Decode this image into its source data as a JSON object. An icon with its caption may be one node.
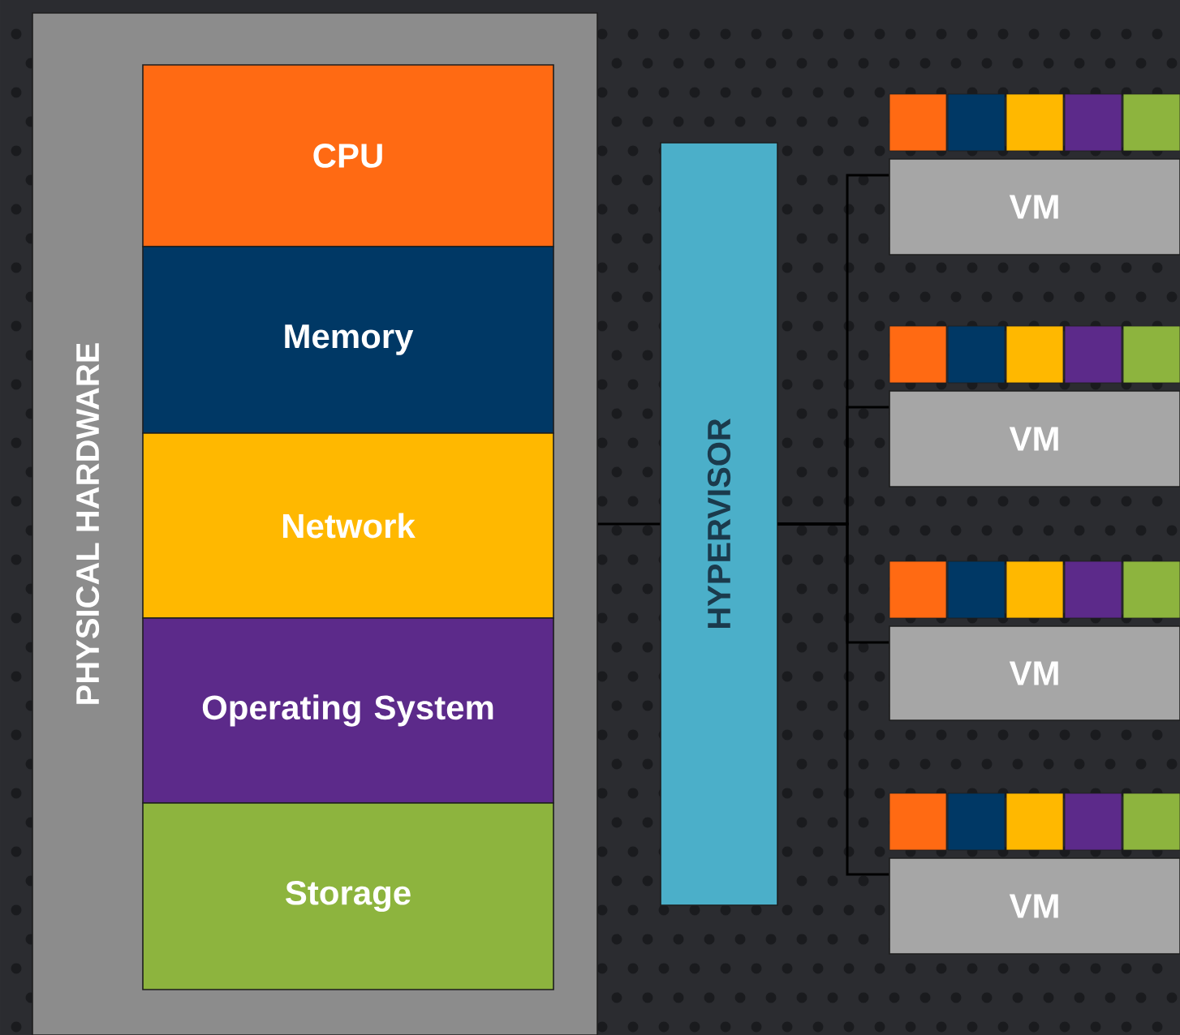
{
  "diagram": {
    "nodes": [
      {
        "text": [
          "PHYSICAL HARDWARE"
        ]
      },
      {
        "text": [
          "CPU"
        ],
        "in": 0
      },
      {
        "text": [
          "Memory"
        ],
        "in": 0
      },
      {
        "text": [
          "Network"
        ],
        "in": 0
      },
      {
        "text": [
          "Operating System"
        ],
        "in": 0
      },
      {
        "text": [
          "Storage"
        ],
        "in": 0
      },
      {
        "text": [
          "HYPERVISOR"
        ]
      },
      {
        "text": [
          "VM"
        ]
      },
      {
        "text": [
          "VM"
        ]
      },
      {
        "text": [
          "VM"
        ]
      },
      {
        "text": [
          "VM"
        ]
      }
    ],
    "edges": [
      {
        "from": 0,
        "to": 6,
        "arrow": "none"
      },
      {
        "from": 6,
        "to": 7,
        "arrow": "none"
      },
      {
        "from": 6,
        "to": 8,
        "arrow": "none"
      },
      {
        "from": 6,
        "to": 9,
        "arrow": "none"
      },
      {
        "from": 6,
        "to": 10,
        "arrow": "none"
      }
    ]
  }
}
